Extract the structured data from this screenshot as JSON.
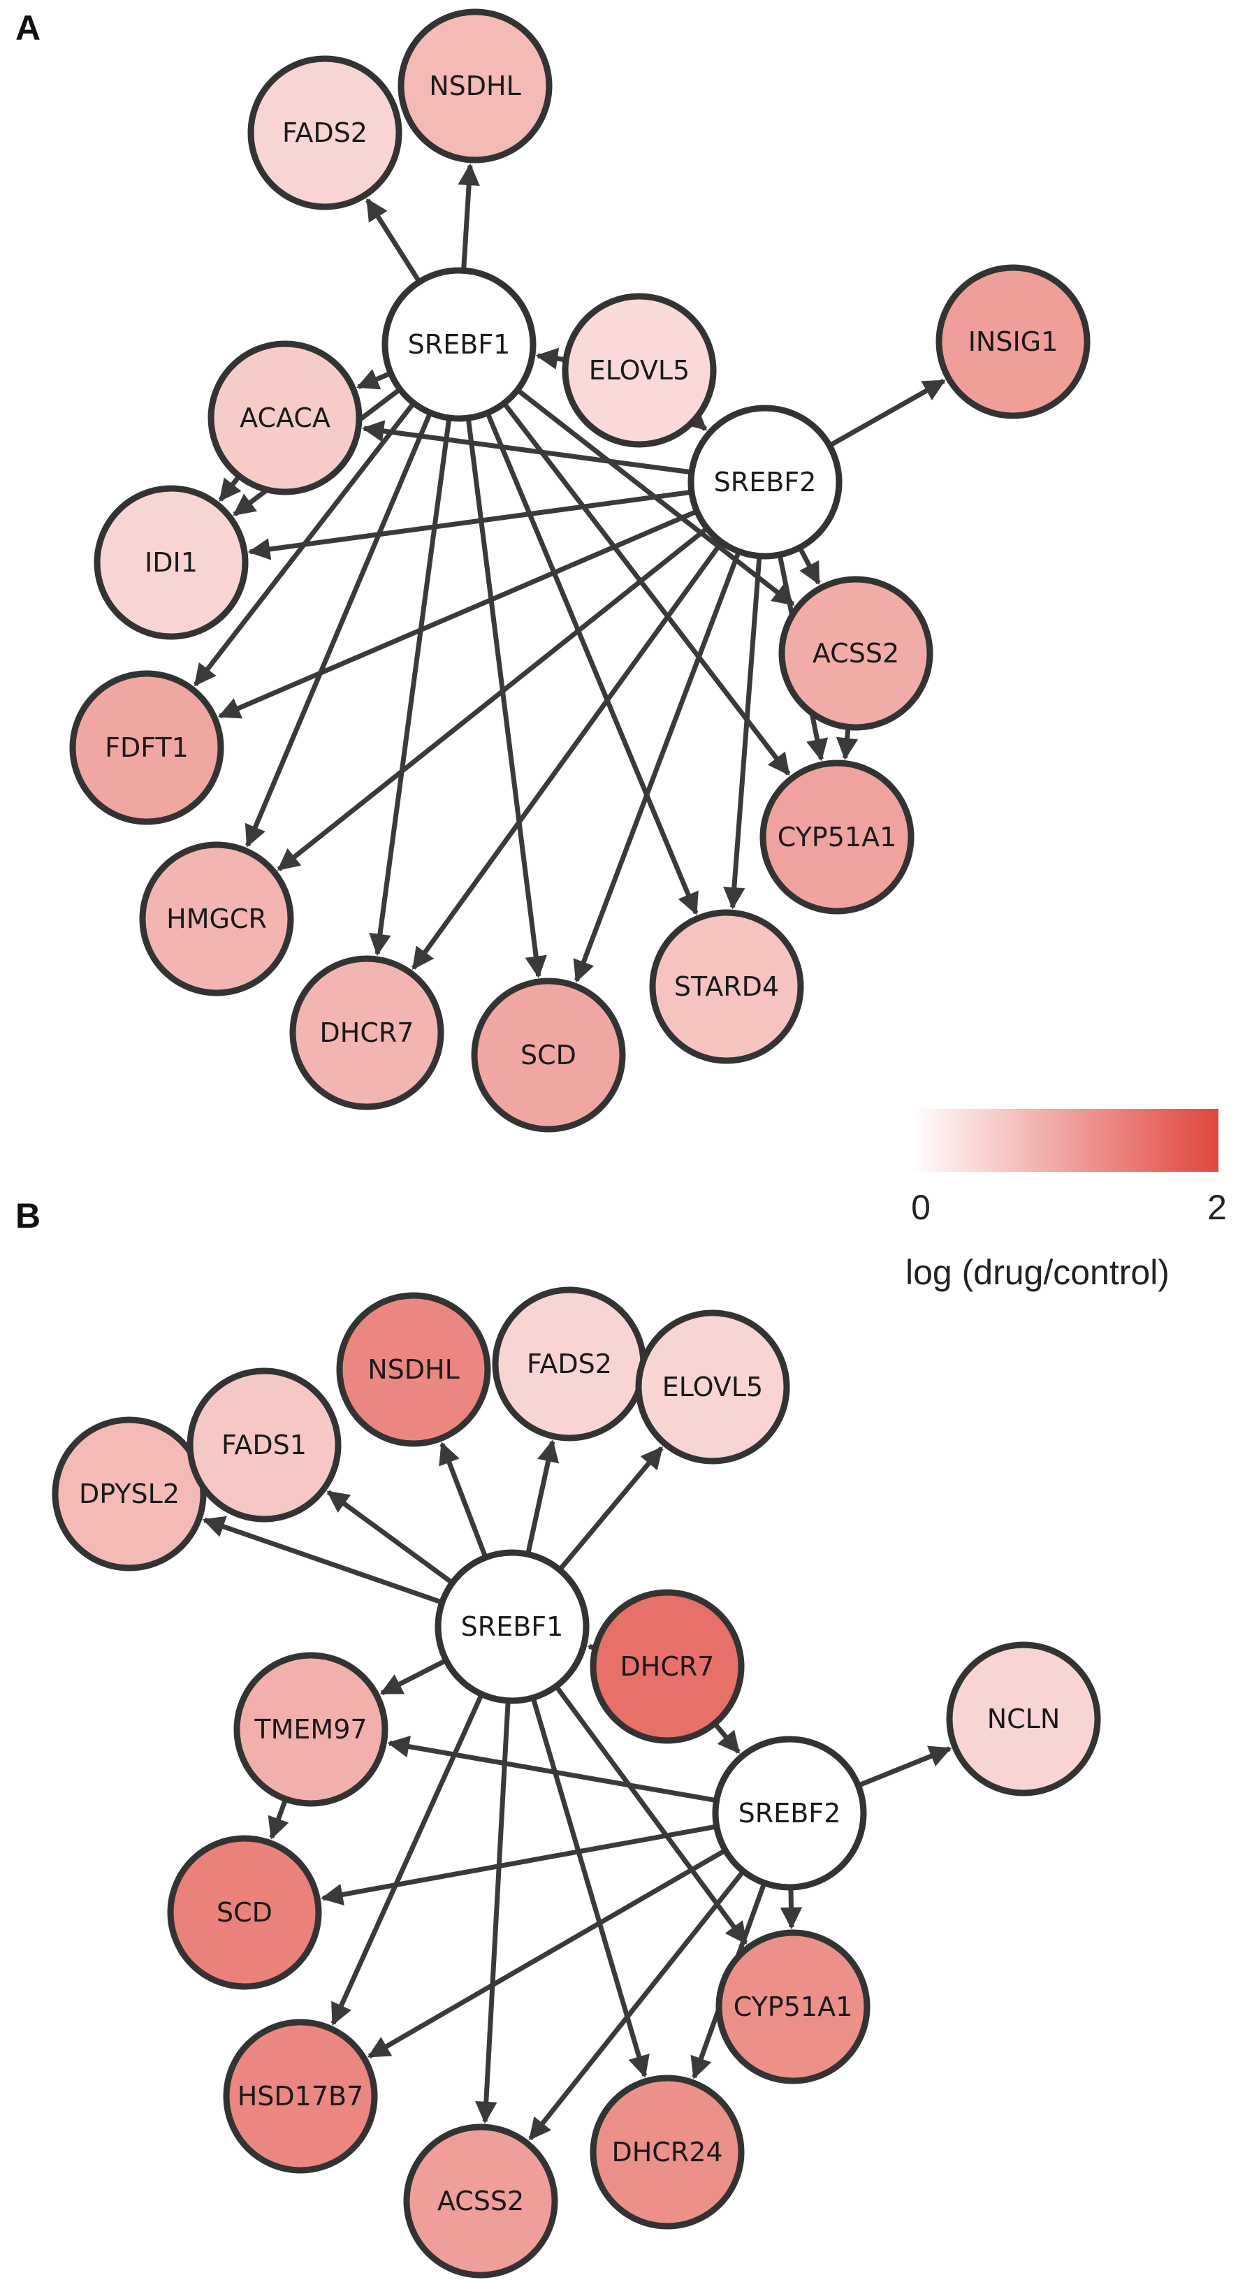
{
  "colors": {
    "scale_low": "#ffffff",
    "scale_high": "#e0463c",
    "edge": "#3a3a3a",
    "node_stroke": "#333333",
    "regulator_fill": "#ffffff"
  },
  "legend": {
    "min_label": "0",
    "max_label": "2",
    "min_value": 0,
    "max_value": 2,
    "title": "log (drug/control)"
  },
  "panels": [
    {
      "id": "A",
      "label": "A",
      "nodes": [
        {
          "id": "SREBF1",
          "label": "SREBF1",
          "regulator": true
        },
        {
          "id": "SREBF2",
          "label": "SREBF2",
          "regulator": true
        },
        {
          "id": "NSDHL",
          "label": "NSDHL",
          "value": 0.75
        },
        {
          "id": "FADS2",
          "label": "FADS2",
          "value": 0.45
        },
        {
          "id": "ELOVL5",
          "label": "ELOVL5",
          "value": 0.4
        },
        {
          "id": "INSIG1",
          "label": "INSIG1",
          "value": 1.05
        },
        {
          "id": "ACACA",
          "label": "ACACA",
          "value": 0.55
        },
        {
          "id": "IDI1",
          "label": "IDI1",
          "value": 0.45
        },
        {
          "id": "FDFT1",
          "label": "FDFT1",
          "value": 0.95
        },
        {
          "id": "HMGCR",
          "label": "HMGCR",
          "value": 0.8
        },
        {
          "id": "DHCR7",
          "label": "DHCR7",
          "value": 0.8
        },
        {
          "id": "SCD",
          "label": "SCD",
          "value": 0.95
        },
        {
          "id": "STARD4",
          "label": "STARD4",
          "value": 0.65
        },
        {
          "id": "CYP51A1",
          "label": "CYP51A1",
          "value": 1.0
        },
        {
          "id": "ACSS2",
          "label": "ACSS2",
          "value": 0.9
        }
      ],
      "edges": [
        [
          "SREBF1",
          "FADS2"
        ],
        [
          "SREBF1",
          "NSDHL"
        ],
        [
          "SREBF1",
          "ACACA"
        ],
        [
          "SREBF1",
          "IDI1"
        ],
        [
          "SREBF1",
          "FDFT1"
        ],
        [
          "SREBF1",
          "HMGCR"
        ],
        [
          "SREBF1",
          "DHCR7"
        ],
        [
          "SREBF1",
          "SCD"
        ],
        [
          "SREBF1",
          "STARD4"
        ],
        [
          "SREBF1",
          "CYP51A1"
        ],
        [
          "SREBF1",
          "ACSS2"
        ],
        [
          "ELOVL5",
          "SREBF1"
        ],
        [
          "ELOVL5",
          "SREBF2"
        ],
        [
          "SREBF2",
          "INSIG1"
        ],
        [
          "SREBF2",
          "ACACA"
        ],
        [
          "SREBF2",
          "IDI1"
        ],
        [
          "SREBF2",
          "FDFT1"
        ],
        [
          "SREBF2",
          "HMGCR"
        ],
        [
          "SREBF2",
          "DHCR7"
        ],
        [
          "SREBF2",
          "SCD"
        ],
        [
          "SREBF2",
          "STARD4"
        ],
        [
          "SREBF2",
          "CYP51A1"
        ],
        [
          "SREBF2",
          "ACSS2"
        ],
        [
          "ACSS2",
          "CYP51A1"
        ],
        [
          "ACACA",
          "IDI1"
        ]
      ]
    },
    {
      "id": "B",
      "label": "B",
      "nodes": [
        {
          "id": "SREBF1",
          "label": "SREBF1",
          "regulator": true
        },
        {
          "id": "SREBF2",
          "label": "SREBF2",
          "regulator": true
        },
        {
          "id": "DPYSL2",
          "label": "DPYSL2",
          "value": 0.75
        },
        {
          "id": "FADS1",
          "label": "FADS1",
          "value": 0.6
        },
        {
          "id": "NSDHL",
          "label": "NSDHL",
          "value": 1.3
        },
        {
          "id": "FADS2",
          "label": "FADS2",
          "value": 0.45
        },
        {
          "id": "ELOVL5",
          "label": "ELOVL5",
          "value": 0.45
        },
        {
          "id": "DHCR7",
          "label": "DHCR7",
          "value": 1.55
        },
        {
          "id": "NCLN",
          "label": "NCLN",
          "value": 0.45
        },
        {
          "id": "TMEM97",
          "label": "TMEM97",
          "value": 0.85
        },
        {
          "id": "SCD",
          "label": "SCD",
          "value": 1.35
        },
        {
          "id": "HSD17B7",
          "label": "HSD17B7",
          "value": 1.3
        },
        {
          "id": "ACSS2",
          "label": "ACSS2",
          "value": 1.05
        },
        {
          "id": "DHCR24",
          "label": "DHCR24",
          "value": 1.2
        },
        {
          "id": "CYP51A1",
          "label": "CYP51A1",
          "value": 1.2
        }
      ],
      "edges": [
        [
          "SREBF1",
          "DPYSL2"
        ],
        [
          "SREBF1",
          "FADS1"
        ],
        [
          "SREBF1",
          "NSDHL"
        ],
        [
          "SREBF1",
          "FADS2"
        ],
        [
          "SREBF1",
          "ELOVL5"
        ],
        [
          "SREBF1",
          "TMEM97"
        ],
        [
          "SREBF1",
          "HSD17B7"
        ],
        [
          "SREBF1",
          "ACSS2"
        ],
        [
          "SREBF1",
          "DHCR24"
        ],
        [
          "SREBF1",
          "CYP51A1"
        ],
        [
          "DHCR7",
          "SREBF1"
        ],
        [
          "DHCR7",
          "SREBF2"
        ],
        [
          "SREBF2",
          "NCLN"
        ],
        [
          "SREBF2",
          "TMEM97"
        ],
        [
          "SREBF2",
          "SCD"
        ],
        [
          "SREBF2",
          "HSD17B7"
        ],
        [
          "SREBF2",
          "ACSS2"
        ],
        [
          "SREBF2",
          "DHCR24"
        ],
        [
          "SREBF2",
          "CYP51A1"
        ],
        [
          "TMEM97",
          "SCD"
        ]
      ]
    }
  ]
}
